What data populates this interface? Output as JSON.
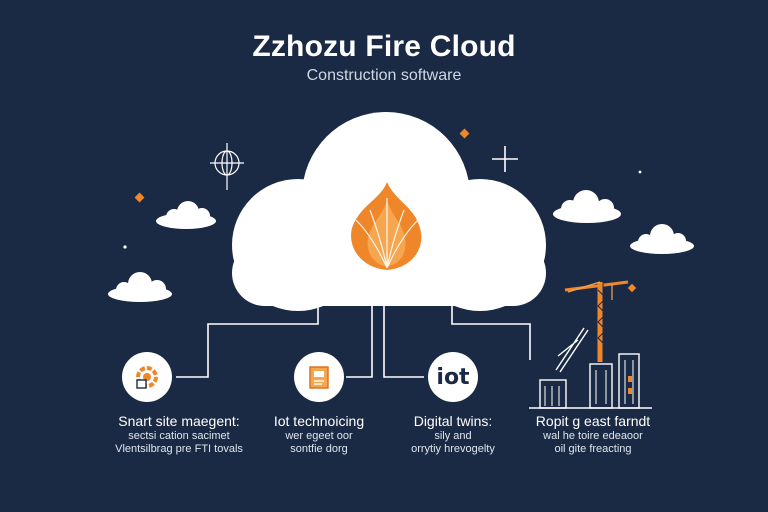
{
  "header": {
    "title": "Zzhozu Fire Cloud",
    "subtitle": "Construction software"
  },
  "features": [
    {
      "title": "Snart site maegent:",
      "lines": [
        "sectsi cation sacimet",
        "Vlentsilbrag pre FTI tovals"
      ],
      "icon": "gear-icon"
    },
    {
      "title": "Iot technoicing",
      "lines": [
        "wer egeet oor",
        "sontfie dorg"
      ],
      "icon": "document-icon"
    },
    {
      "title": "Digital twins:",
      "lines": [
        "sily and",
        "orrytiy hrevogelty"
      ],
      "icon_text": "iot"
    },
    {
      "title": "Ropit g east farndt",
      "lines": [
        "wal he toire edeaoor",
        "oil gite freacting"
      ],
      "icon": "construction-crane-icon"
    }
  ],
  "colors": {
    "background": "#1b2a44",
    "accent": "#f0862a",
    "cloud": "#ffffff"
  }
}
